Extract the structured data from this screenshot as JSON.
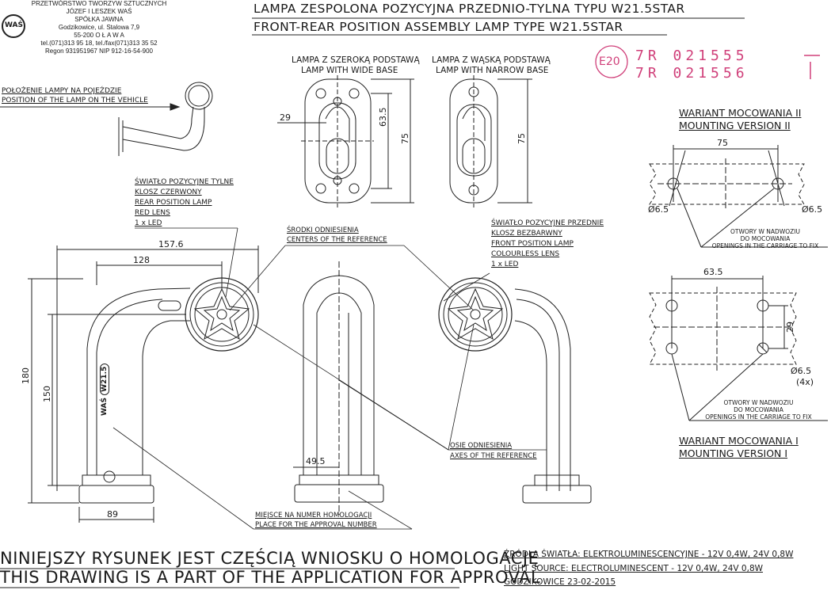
{
  "company": {
    "lines": [
      "PRZETWÓRSTWO TWORZYW SZTUCZNYCH",
      "JÓZEF I LESZEK WAŚ",
      "SPÓŁKA JAWNA",
      "Godzikowice, ul. Stalowa 7,9",
      "55-200  O Ł A W A",
      "tel.(071)313 95 18, tel./fax(071)313 35 52",
      "Regon 931951967 NIP 912-16-54-900"
    ],
    "logo_text": "WAŚ"
  },
  "title": {
    "pl": "LAMPA ZESPOLONA POZYCYJNA PRZEDNIO-TYLNA  TYPU W21.5STAR",
    "en": "FRONT-REAR POSITION ASSEMBLY LAMP  TYPE W21.5STAR"
  },
  "approval": {
    "e_mark": "E20",
    "numbers": [
      "7R  021555",
      "7R  021556"
    ]
  },
  "labels": {
    "position_pl": "POŁOŻENIE LAMPY NA POJEŹDZIE",
    "position_en": "POSITION OF THE LAMP ON THE VEHICLE",
    "wide_pl": "LAMPA Z SZEROKĄ PODSTAWĄ",
    "wide_en": "LAMP WITH WIDE BASE",
    "narrow_pl": "LAMPA Z WĄSKĄ PODSTAWĄ",
    "narrow_en": "LAMP WITH NARROW BASE",
    "rear_lines": [
      "ŚWIATŁO POZYCYJNE TYLNE",
      "KLOSZ  CZERWONY",
      "REAR POSITION LAMP",
      "RED LENS",
      "1 x LED"
    ],
    "front_lines": [
      "ŚWIATŁO POZYCYJNE PRZEDNIE",
      "KLOSZ BEZBARWNY",
      "FRONT POSITION LAMP",
      "COLOURLESS LENS",
      "1 x LED"
    ],
    "centers_pl": "ŚRODKI ODNIESIENIA",
    "centers_en": "CENTERS OF THE REFERENCE",
    "axes_pl": "OSIE ODNIESIENIA",
    "axes_en": "AXES OF THE REFERENCE",
    "place_pl": "MIEJSCE NA NUMER HOMOLOGACJI",
    "place_en": "PLACE FOR THE APPROVAL NUMBER",
    "mount2_pl": "WARIANT MOCOWANIA II",
    "mount2_en": "MOUNTING VERSION II",
    "mount1_pl": "WARIANT MOCOWANIA I",
    "mount1_en": "MOUNTING VERSION I",
    "openings": [
      "OTWORY W NADWOZIU",
      "DO MOCOWANIA",
      "OPENINGS IN THE CARRIAGE TO FIX"
    ],
    "body_mark": "WAŚ",
    "body_type": "W21.5"
  },
  "dimensions": {
    "d29": "29",
    "d63_5": "63.5",
    "d75a": "75",
    "d75b": "75",
    "d157_6": "157.6",
    "d128": "128",
    "d180": "180",
    "d150": "150",
    "d49_5": "49.5",
    "d89": "89",
    "m2_75": "75",
    "m2_phi_left": "Ø6.5",
    "m2_phi_right": "Ø6.5",
    "m1_63_5": "63.5",
    "m1_29": "29",
    "m1_phi": "Ø6.5",
    "m1_count": "(4x)"
  },
  "footer": {
    "pl": "NINIEJSZY RYSUNEK JEST CZĘŚCIĄ WNIOSKU O  HOMOLOGACJĘ",
    "en": "THIS DRAWING IS A PART OF THE APPLICATION FOR  APPROVAL",
    "source_pl": "ŹRÓDŁA ŚWIATŁA: ELEKTROLUMINESCENCYJNE - 12V 0,4W, 24V 0,8W",
    "source_en": "LIGHT SOURCE: ELECTROLUMINESCENT - 12V 0,4W, 24V 0,8W",
    "place_date": "GODZIKOWICE  23-02-2015"
  },
  "colors": {
    "stamp": "#d0407a",
    "ink": "#1a1a1a"
  }
}
